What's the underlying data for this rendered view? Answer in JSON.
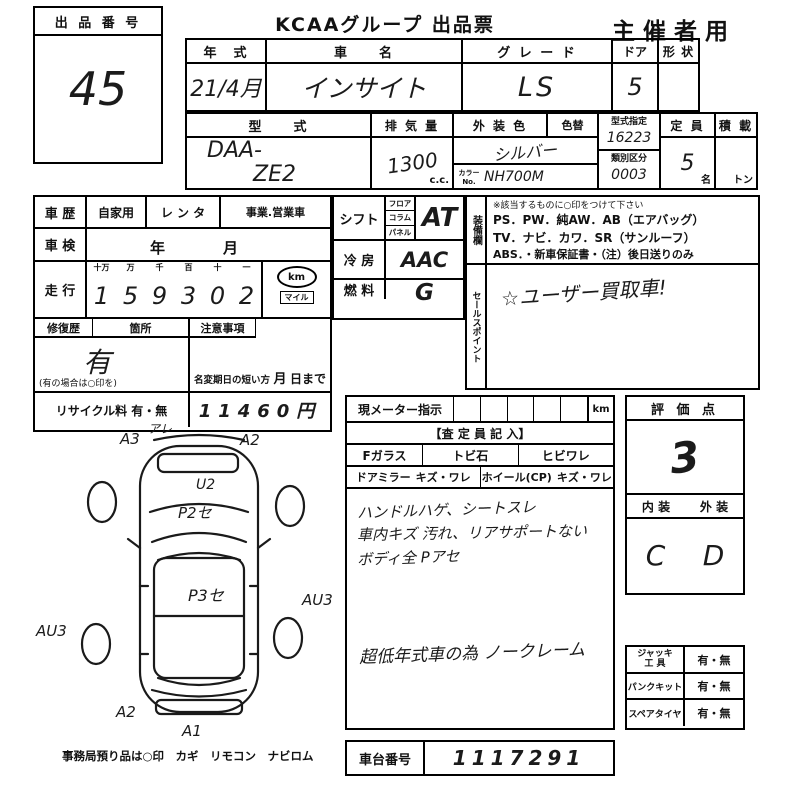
{
  "title": "KCAAグループ 出品票",
  "audience": "主催者用",
  "exhibit": {
    "label": "出 品 番 号",
    "number": "45"
  },
  "header": {
    "year_label": "年　式",
    "year_value": "21/4月",
    "name_label": "車　　名",
    "name_value": "インサイト",
    "grade_label": "グ レ ー ド",
    "grade_value": "LS",
    "door_label": "ドア",
    "door_value": "5",
    "shape_label": "形 状",
    "model_label": "型　　式",
    "model_value1": "DAA-",
    "model_value2": "ZE2",
    "disp_label": "排 気 量",
    "disp_value": "1300",
    "disp_unit": "c.c.",
    "color_label": "外 装 色",
    "colorchg_label": "色替",
    "color_value": "シルバー",
    "colorno_label": "カラーNo.",
    "colorno_value": "NH700M",
    "katashiki_label": "型式指定",
    "katashiki_value": "16223",
    "ruibetsu_label": "類別区分",
    "ruibetsu_value": "0003",
    "capacity_label": "定 員",
    "capacity_value": "5",
    "capacity_unit": "名",
    "load_label": "積 載",
    "load_unit": "トン"
  },
  "history": {
    "label": "車 歴",
    "private": "自家用",
    "rental": "レ ン タ",
    "business": "事業.営業車",
    "shaken_label": "車 検",
    "shaken_year": "年",
    "shaken_month": "月",
    "mileage_label": "走 行",
    "digit_headers": [
      "十万",
      "万",
      "千",
      "百",
      "十",
      "一"
    ],
    "digits": [
      "1",
      "5",
      "9",
      "3",
      "0",
      "2"
    ],
    "unit_km": "km",
    "unit_mile": "マイル",
    "repair_label": "修復歴",
    "repair_loc_label": "箇所",
    "repair_value": "有",
    "repair_note": "(有の場合は○印を)",
    "caution_label": "注意事項",
    "namechange_label": "名変期日の短い方",
    "namechange_month": "月",
    "namechange_day": "日まで",
    "recycle_label": "リサイクル料 有・無",
    "recycle_value": "11460円"
  },
  "spec": {
    "shift_label": "シフト",
    "shift_options": [
      "フロア",
      "コラム",
      "パネル"
    ],
    "shift_value": "AT",
    "ac_label": "冷 房",
    "ac_value": "AAC",
    "fuel_label": "燃 料",
    "fuel_value": "G"
  },
  "equipment": {
    "label_vertical": "装備欄",
    "note": "※該当するものに○印をつけて下さい",
    "line1": "PS．PW．純AW．AB（エアバッグ）",
    "line2": "TV．ナビ．カワ．SR（サンルーフ）",
    "line3": "ABS．・新車保証書・（注）後日送りのみ"
  },
  "sales_point": {
    "label_vertical": "セールスポイント",
    "value": "☆ユーザー買取車!"
  },
  "inspection": {
    "meter_label": "現メーター指示",
    "meter_unit": "km",
    "inspector_label": "【査 定 員 記 入】",
    "fglass_label": "Fガラス",
    "fglass_opt1": "トビ石",
    "fglass_opt2": "ヒビワレ",
    "mirror_label": "ドアミラー",
    "mirror_opt": "キズ・ワレ",
    "wheel_label": "ホイール(CP)",
    "wheel_opt": "キズ・ワレ",
    "notes": [
      "ハンドルハゲ、シートスレ",
      "車内キズ 汚れ、リアサポートない",
      "ボディ全 Pアセ"
    ],
    "note_bottom": "超低年式車の為 ノークレーム"
  },
  "evaluation": {
    "score_label": "評 価 点",
    "score": "3",
    "interior_label": "内 装",
    "exterior_label": "外 装",
    "interior": "C",
    "exterior": "D",
    "jack_label1": "ジャッキ",
    "jack_label2": "工 具",
    "jack_opt": "有・無",
    "puncture_label": "パンクキット",
    "puncture_opt": "有・無",
    "spare_label": "スペアタイヤ",
    "spare_opt": "有・無"
  },
  "chassis": {
    "label": "車台番号",
    "value": "1117291"
  },
  "diagram": {
    "annotations": [
      "アレ",
      "A3",
      "A2",
      "U2",
      "P2セ",
      "P3セ",
      "AU3",
      "AU3",
      "A2",
      "A1"
    ],
    "footer": "事務局預り品は○印　カギ　リモコン　ナビロム"
  }
}
